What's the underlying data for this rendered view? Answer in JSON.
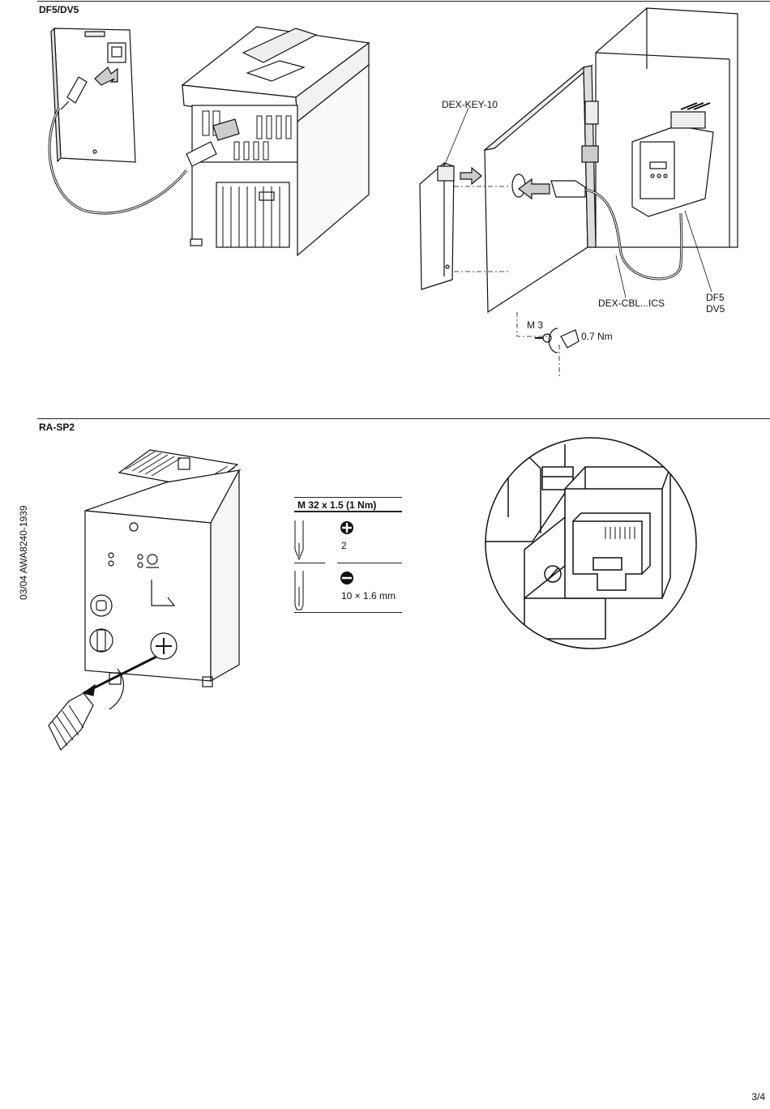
{
  "section1": {
    "title": "DF5/DV5",
    "labels": {
      "dex_key": "DEX-KEY-10",
      "dex_cbl": "DEX-CBL...ICS",
      "df5": "DF5",
      "dv5": "DV5",
      "m3": "M 3",
      "torque": "0.7 Nm"
    }
  },
  "section2": {
    "title": "RA-SP2",
    "table": {
      "header": "M 32 x 1.5 (1 Nm)",
      "rows": [
        {
          "icon": "phillips-icon",
          "value": "2"
        },
        {
          "icon": "slotted-icon",
          "value": "10 × 1.6 mm"
        }
      ]
    }
  },
  "side_text": "03/04 AWA8240-1939",
  "page_number": "3/4"
}
